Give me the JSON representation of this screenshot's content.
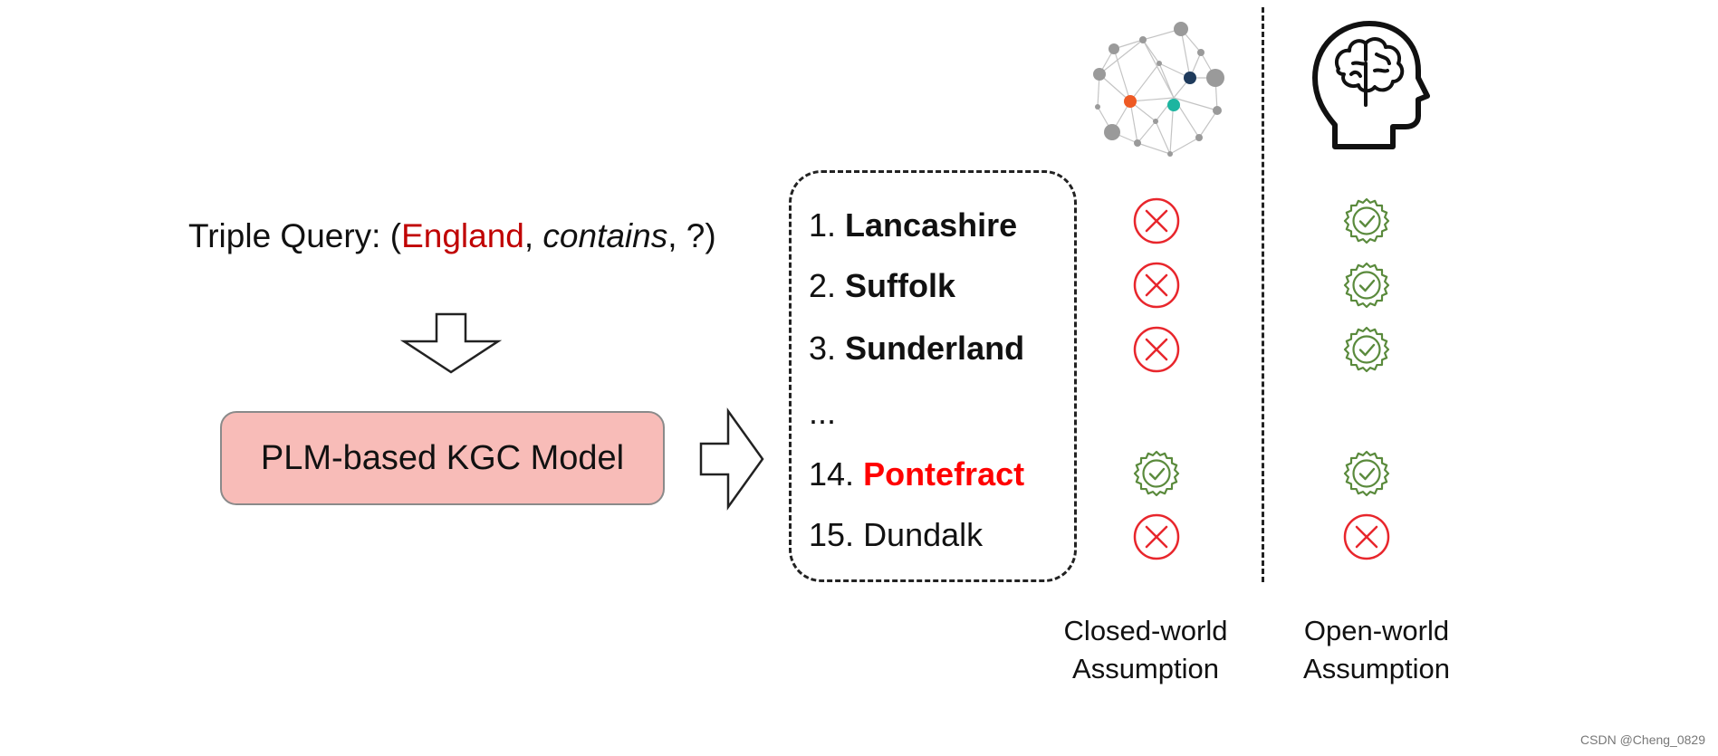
{
  "query": {
    "prefix": "Triple Query: (",
    "entity": "England",
    "sep1": ", ",
    "relation": "contains",
    "suffix": ", ?)"
  },
  "model": {
    "label": "PLM-based KGC Model"
  },
  "results": [
    {
      "rank": "1.",
      "name": "Lancashire",
      "closed": "wrong",
      "open": "correct"
    },
    {
      "rank": "2.",
      "name": "Suffolk",
      "closed": "wrong",
      "open": "correct"
    },
    {
      "rank": "3.",
      "name": "Sunderland",
      "closed": "wrong",
      "open": "correct"
    },
    {
      "rank": "...",
      "name": "",
      "closed": "",
      "open": ""
    },
    {
      "rank": "14.",
      "name": "Pontefract",
      "closed": "correct",
      "open": "correct"
    },
    {
      "rank": "15.",
      "name": "Dundalk",
      "closed": "wrong",
      "open": "wrong"
    }
  ],
  "columns": {
    "closed": {
      "line1": "Closed-world",
      "line2": "Assumption",
      "icon": "knowledge-graph-icon"
    },
    "open": {
      "line1": "Open-world",
      "line2": "Assumption",
      "icon": "human-brain-icon"
    }
  },
  "colors": {
    "entity": "#c00000",
    "highlight": "#ff0000",
    "wrong": "#e8262c",
    "correct": "#5a8a3c",
    "model_fill": "#f8bcb8"
  },
  "watermark": "CSDN @Cheng_0829"
}
